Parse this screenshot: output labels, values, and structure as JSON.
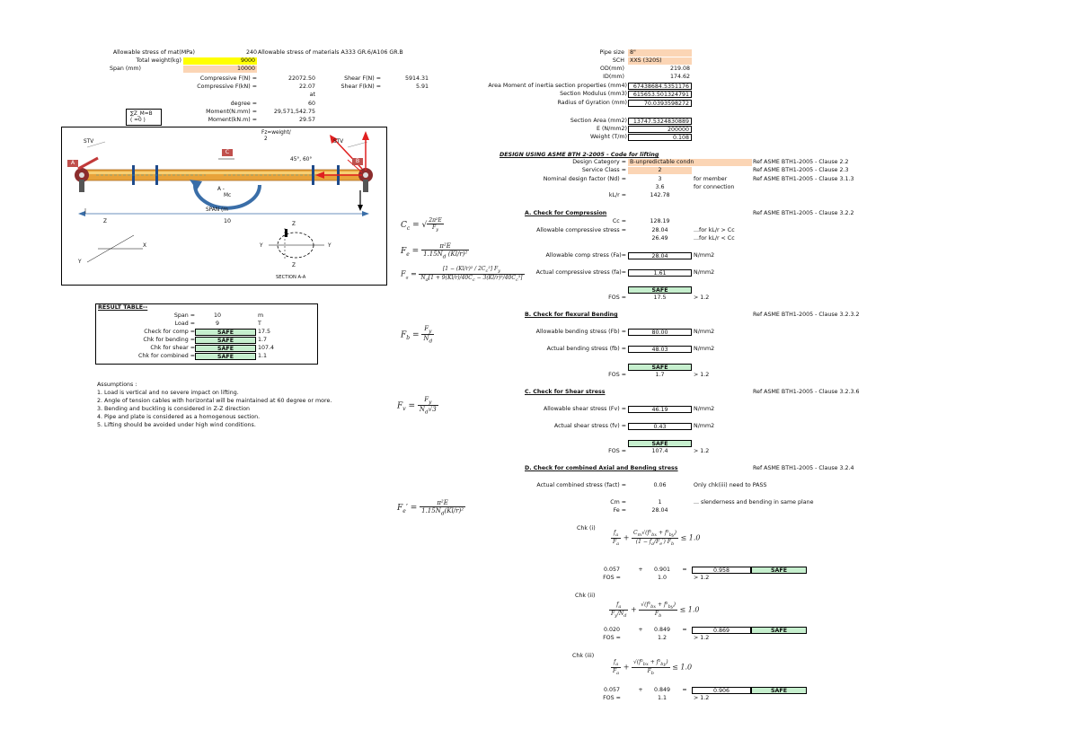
{
  "inputs": {
    "allow_stress_label": "Allowable stress of mat(MPa)",
    "allow_stress_value": "240",
    "allow_stress_note": "Allowable stress of materials A333 GR.6/A106 GR.B",
    "total_weight_label": "Total weight(kg)",
    "total_weight_value": "9000",
    "span_label": "Span (mm)",
    "span_value": "10000",
    "comp_n_label": "Compressive F(N) =",
    "comp_n_value": "22072.50",
    "comp_kn_label": "Compressive F(kN) =",
    "comp_kn_value": "22.07",
    "shear_n_label": "Shear F(N) =",
    "shear_n_value": "5914.31",
    "shear_kn_label": "Shear F(kN) =",
    "shear_kn_value": "5.91",
    "at_label": "at",
    "degree_label": "degree =",
    "degree_value": "60",
    "moment_nmm_label": "Moment(N.mm) =",
    "moment_nmm_value": "29,571,542.75",
    "moment_knm_label": "Moment(kN.m) =",
    "moment_knm_value": "29.57",
    "sum_note_1": "∑Z_M=B",
    "sum_note_2": "( =0 )"
  },
  "pipe": {
    "size_label": "Pipe size",
    "size_value": "8\"",
    "sch_label": "SCH",
    "sch_value": "XXS (320S)",
    "od_label": "OD(mm)",
    "od_value": "219.08",
    "id_label": "ID(mm)",
    "id_value": "174.62",
    "ami_label": "Area Moment of inertia section properties (mm4)",
    "ami_value": "67438684.5351176",
    "sm_label": "Section Modulus (mm3)",
    "sm_value": "615653.501324791",
    "rg_label": "Radius of Gyration (mm)",
    "rg_value": "70.0393598272",
    "sa_label": "Section Area (mm2)",
    "sa_value": "13747.5324830889",
    "e_label": "E (N/mm2)",
    "e_value": "200000",
    "w_label": "Weight (T/m)",
    "w_value": "0.108"
  },
  "design": {
    "title": "DESIGN USING ASME BTH 2-2005 - Code for lifting",
    "cat_label": "Design Category =",
    "cat_value": "B-unpredictable condn",
    "cat_ref": "Ref ASME BTH1-2005 - Clause 2.2",
    "class_label": "Service Class =",
    "class_value": "2",
    "class_ref": "Ref ASME BTH1-2005 - Clause 2.3",
    "nd_label": "Nominal design factor (Nd) =",
    "nd_value": "3",
    "nd_note": "for member",
    "nd_ref": "Ref ASME BTH1-2005 - Clause 3.1.3",
    "nd_value2": "3.6",
    "nd_note2": "for connection",
    "klr_label": "kL/r =",
    "klr_value": "142.78"
  },
  "comp": {
    "head": "A. Check for Compression",
    "ref": "Ref ASME BTH1-2005 - Clause 3.2.2",
    "cc_label": "Cc =",
    "cc_value": "128.19",
    "allow_label": "Allowable compressive stress =",
    "allow_v1": "28.04",
    "allow_n1": "...for kL/r > Cc",
    "allow_v2": "26.49",
    "allow_n2": "...for kL/r < Cc",
    "fa_allow_label": "Allowable comp stress (Fa)=",
    "fa_allow_value": "28.04",
    "unit": "N/mm2",
    "fa_act_label": "Actual compressive stress (fa)=",
    "fa_act_value": "1.61",
    "status": "SAFE",
    "fos_label": "FOS =",
    "fos_value": "17.5",
    "fos_req": "> 1.2"
  },
  "bend": {
    "head": "B. Check for flexural Bending",
    "ref": "Ref ASME BTH1-2005 - Clause 3.2.3.2",
    "allow_label": "Allowable bending stress (Fb) =",
    "allow_value": "80.00",
    "unit": "N/mm2",
    "act_label": "Actual bending stress (fb) =",
    "act_value": "48.03",
    "status": "SAFE",
    "fos_label": "FOS =",
    "fos_value": "1.7",
    "fos_req": "> 1.2"
  },
  "shear": {
    "head": "C. Check for Shear stress",
    "ref": "Ref ASME BTH1-2005 - Clause 3.2.3.6",
    "allow_label": "Allowable shear stress (Fv) =",
    "allow_value": "46.19",
    "unit": "N/mm2",
    "act_label": "Actual shear stress (fv) =",
    "act_value": "0.43",
    "status": "SAFE",
    "fos_label": "FOS =",
    "fos_value": "107.4",
    "fos_req": "> 1.2"
  },
  "combined": {
    "head": "D. Check for combined Axial and Bending stress",
    "ref": "Ref ASME BTH1-2005 - Clause 3.2.4",
    "act_label": "Actual combined stress (fact) =",
    "act_value": "0.06",
    "act_note": "Only chk(iii) need to PASS",
    "cm_label": "Cm =",
    "cm_value": "1",
    "cm_note": "... slenderness and bending in same plane",
    "fe_label": "Fe =",
    "fe_value": "28.04",
    "chk1_label": "Chk (i)",
    "chk1_a": "0.057",
    "chk1_b": "0.901",
    "chk1_r": "0.958",
    "chk1_s": "SAFE",
    "chk1_fos": "1.0",
    "chk2_label": "Chk (ii)",
    "chk2_a": "0.020",
    "chk2_b": "0.849",
    "chk2_r": "0.869",
    "chk2_s": "SAFE",
    "chk2_fos": "1.2",
    "chk3_label": "Chk (iii)",
    "chk3_a": "0.057",
    "chk3_b": "0.849",
    "chk3_r": "0.906",
    "chk3_s": "SAFE",
    "chk3_fos": "1.1",
    "plus": "+",
    "eq": "=",
    "fos_label": "FOS =",
    "fos_req": "> 1.2"
  },
  "result": {
    "title": "RESULT TABLE--",
    "span_label": "Span =",
    "span_value": "10",
    "span_unit": "m",
    "load_label": "Load =",
    "load_value": "9",
    "load_unit": "T",
    "comp_label": "Check for comp =",
    "comp_status": "SAFE",
    "comp_fos": "17.5",
    "bend_label": "Chk for bending =",
    "bend_status": "SAFE",
    "bend_fos": "1.7",
    "shear_label": "Chk for shear =",
    "shear_status": "SAFE",
    "shear_fos": "107.4",
    "comb_label": "Chk for combined =",
    "comb_status": "SAFE",
    "comb_fos": "1.1"
  },
  "assumptions": {
    "title": "Assumptions :",
    "items": [
      "1. Load is vertical and no severe impact on lifting.",
      "2. Angle of tension cables with horizontal will be maintained at 60 degree or more.",
      "3. Bending and buckling is considered in Z-Z direction",
      "4. Pipe and plate is considered as a homogenous section.",
      "5. Lifting should be avoided under high wind conditions."
    ]
  },
  "diagram": {
    "fz_label": "Fz=weight/",
    "fz_label2": "2",
    "stv_left": "STV",
    "stv_right": "STV",
    "angle_label": "45°, 60°",
    "label_a": "A",
    "label_b": "B",
    "label_c": "C",
    "moment_label": "A - ",
    "moment_label2": "Mc",
    "span_label": "SPAN (m",
    "span_value": "10",
    "z_top": "Z",
    "z_right": "Z",
    "axis_x": "X",
    "axis_y1": "Y",
    "axis_y2": "Y",
    "axis_y3": "Y",
    "axis_z": "Z",
    "section_label": "SECTION A-A"
  }
}
